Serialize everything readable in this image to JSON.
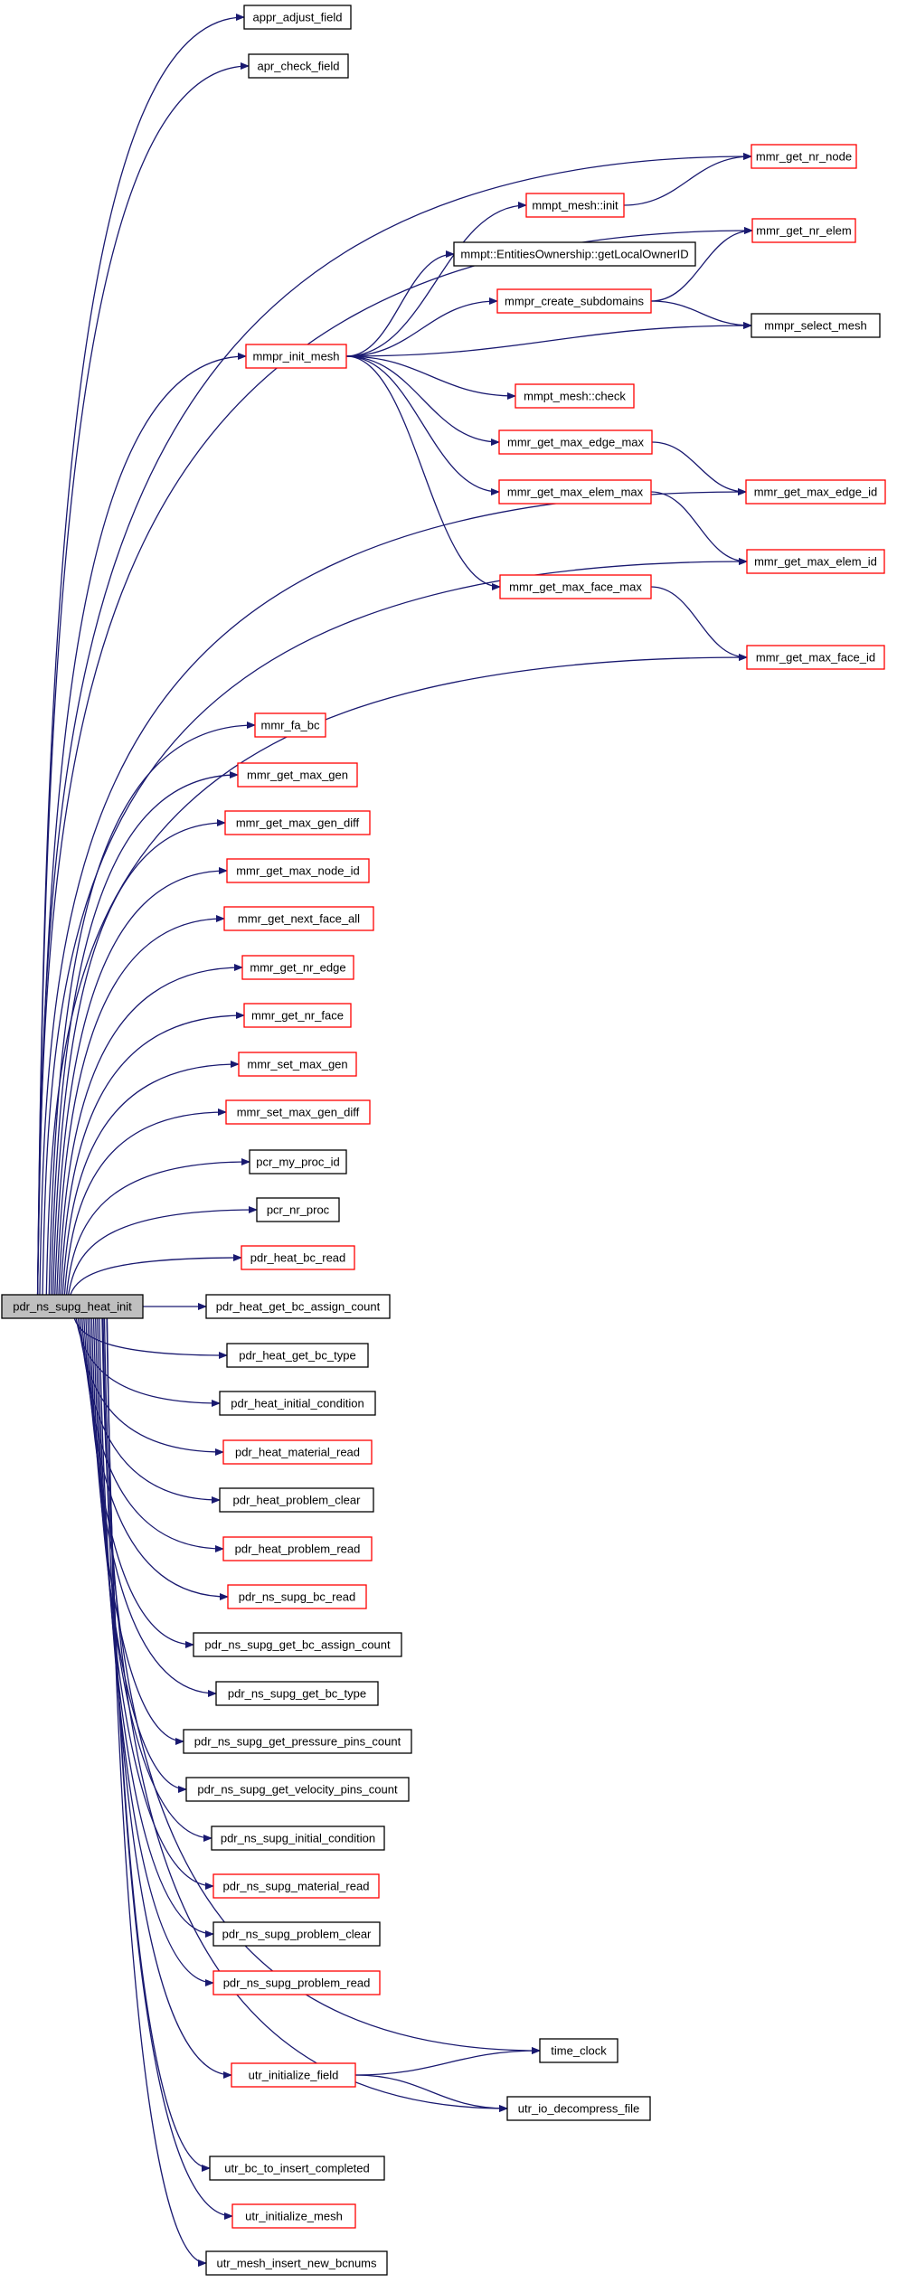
{
  "graph": {
    "root": "pdr_ns_supg_heat_init",
    "colors": {
      "edge": "#191970",
      "documented_border": "#000000",
      "undocumented_border": "#ff0000",
      "root_fill": "#bfbfbf",
      "node_fill": "#ffffff"
    },
    "nodes": {
      "root": {
        "label": "pdr_ns_supg_heat_init",
        "border": "black",
        "root": true
      },
      "appr_adjust_field": {
        "label": "appr_adjust_field",
        "border": "black"
      },
      "apr_check_field": {
        "label": "apr_check_field",
        "border": "black"
      },
      "mmr_get_nr_node": {
        "label": "mmr_get_nr_node",
        "border": "red"
      },
      "mmpt_mesh_init": {
        "label": "mmpt_mesh::init",
        "border": "red"
      },
      "mmr_get_nr_elem": {
        "label": "mmr_get_nr_elem",
        "border": "red"
      },
      "entities_ownership": {
        "label": "mmpt::EntitiesOwnership::getLocalOwnerID",
        "border": "black"
      },
      "mmpr_create_subdomains": {
        "label": "mmpr_create_subdomains",
        "border": "red"
      },
      "mmpr_select_mesh": {
        "label": "mmpr_select_mesh",
        "border": "black"
      },
      "mmpr_init_mesh": {
        "label": "mmpr_init_mesh",
        "border": "red"
      },
      "mmpt_mesh_check": {
        "label": "mmpt_mesh::check",
        "border": "red"
      },
      "mmr_get_max_edge_max": {
        "label": "mmr_get_max_edge_max",
        "border": "red"
      },
      "mmr_get_max_elem_max": {
        "label": "mmr_get_max_elem_max",
        "border": "red"
      },
      "mmr_get_max_edge_id": {
        "label": "mmr_get_max_edge_id",
        "border": "red"
      },
      "mmr_get_max_elem_id": {
        "label": "mmr_get_max_elem_id",
        "border": "red"
      },
      "mmr_get_max_face_max": {
        "label": "mmr_get_max_face_max",
        "border": "red"
      },
      "mmr_get_max_face_id": {
        "label": "mmr_get_max_face_id",
        "border": "red"
      },
      "mmr_fa_bc": {
        "label": "mmr_fa_bc",
        "border": "red"
      },
      "mmr_get_max_gen": {
        "label": "mmr_get_max_gen",
        "border": "red"
      },
      "mmr_get_max_gen_diff": {
        "label": "mmr_get_max_gen_diff",
        "border": "red"
      },
      "mmr_get_max_node_id": {
        "label": "mmr_get_max_node_id",
        "border": "red"
      },
      "mmr_get_next_face_all": {
        "label": "mmr_get_next_face_all",
        "border": "red"
      },
      "mmr_get_nr_edge": {
        "label": "mmr_get_nr_edge",
        "border": "red"
      },
      "mmr_get_nr_face": {
        "label": "mmr_get_nr_face",
        "border": "red"
      },
      "mmr_set_max_gen": {
        "label": "mmr_set_max_gen",
        "border": "red"
      },
      "mmr_set_max_gen_diff": {
        "label": "mmr_set_max_gen_diff",
        "border": "red"
      },
      "pcr_my_proc_id": {
        "label": "pcr_my_proc_id",
        "border": "black"
      },
      "pcr_nr_proc": {
        "label": "pcr_nr_proc",
        "border": "black"
      },
      "pdr_heat_bc_read": {
        "label": "pdr_heat_bc_read",
        "border": "red"
      },
      "pdr_heat_get_bc_assign_count": {
        "label": "pdr_heat_get_bc_assign_count",
        "border": "black"
      },
      "pdr_heat_get_bc_type": {
        "label": "pdr_heat_get_bc_type",
        "border": "black"
      },
      "pdr_heat_initial_condition": {
        "label": "pdr_heat_initial_condition",
        "border": "black"
      },
      "pdr_heat_material_read": {
        "label": "pdr_heat_material_read",
        "border": "red"
      },
      "pdr_heat_problem_clear": {
        "label": "pdr_heat_problem_clear",
        "border": "black"
      },
      "pdr_heat_problem_read": {
        "label": "pdr_heat_problem_read",
        "border": "red"
      },
      "pdr_ns_supg_bc_read": {
        "label": "pdr_ns_supg_bc_read",
        "border": "red"
      },
      "pdr_ns_supg_get_bc_assign_count": {
        "label": "pdr_ns_supg_get_bc_assign_count",
        "border": "black"
      },
      "pdr_ns_supg_get_bc_type": {
        "label": "pdr_ns_supg_get_bc_type",
        "border": "black"
      },
      "pdr_ns_supg_get_pressure_pins_count": {
        "label": "pdr_ns_supg_get_pressure_pins_count",
        "border": "black"
      },
      "pdr_ns_supg_get_velocity_pins_count": {
        "label": "pdr_ns_supg_get_velocity_pins_count",
        "border": "black"
      },
      "pdr_ns_supg_initial_condition": {
        "label": "pdr_ns_supg_initial_condition",
        "border": "black"
      },
      "pdr_ns_supg_material_read": {
        "label": "pdr_ns_supg_material_read",
        "border": "red"
      },
      "pdr_ns_supg_problem_clear": {
        "label": "pdr_ns_supg_problem_clear",
        "border": "black"
      },
      "pdr_ns_supg_problem_read": {
        "label": "pdr_ns_supg_problem_read",
        "border": "red"
      },
      "time_clock": {
        "label": "time_clock",
        "border": "black"
      },
      "utr_initialize_field": {
        "label": "utr_initialize_field",
        "border": "red"
      },
      "utr_io_decompress_file": {
        "label": "utr_io_decompress_file",
        "border": "black"
      },
      "utr_bc_to_insert_completed": {
        "label": "utr_bc_to_insert_completed",
        "border": "black"
      },
      "utr_initialize_mesh": {
        "label": "utr_initialize_mesh",
        "border": "red"
      },
      "utr_mesh_insert_new_bcnums": {
        "label": "utr_mesh_insert_new_bcnums",
        "border": "black"
      }
    },
    "edges": [
      [
        "root",
        "appr_adjust_field"
      ],
      [
        "root",
        "apr_check_field"
      ],
      [
        "root",
        "mmr_get_nr_node"
      ],
      [
        "root",
        "mmr_get_nr_elem"
      ],
      [
        "root",
        "mmpr_init_mesh"
      ],
      [
        "root",
        "mmr_get_max_edge_id"
      ],
      [
        "root",
        "mmr_get_max_elem_id"
      ],
      [
        "root",
        "mmr_get_max_face_id"
      ],
      [
        "root",
        "mmr_fa_bc"
      ],
      [
        "root",
        "mmr_get_max_gen"
      ],
      [
        "root",
        "mmr_get_max_gen_diff"
      ],
      [
        "root",
        "mmr_get_max_node_id"
      ],
      [
        "root",
        "mmr_get_next_face_all"
      ],
      [
        "root",
        "mmr_get_nr_edge"
      ],
      [
        "root",
        "mmr_get_nr_face"
      ],
      [
        "root",
        "mmr_set_max_gen"
      ],
      [
        "root",
        "mmr_set_max_gen_diff"
      ],
      [
        "root",
        "pcr_my_proc_id"
      ],
      [
        "root",
        "pcr_nr_proc"
      ],
      [
        "root",
        "pdr_heat_bc_read"
      ],
      [
        "root",
        "pdr_heat_get_bc_assign_count"
      ],
      [
        "root",
        "pdr_heat_get_bc_type"
      ],
      [
        "root",
        "pdr_heat_initial_condition"
      ],
      [
        "root",
        "pdr_heat_material_read"
      ],
      [
        "root",
        "pdr_heat_problem_clear"
      ],
      [
        "root",
        "pdr_heat_problem_read"
      ],
      [
        "root",
        "pdr_ns_supg_bc_read"
      ],
      [
        "root",
        "pdr_ns_supg_get_bc_assign_count"
      ],
      [
        "root",
        "pdr_ns_supg_get_bc_type"
      ],
      [
        "root",
        "pdr_ns_supg_get_pressure_pins_count"
      ],
      [
        "root",
        "pdr_ns_supg_get_velocity_pins_count"
      ],
      [
        "root",
        "pdr_ns_supg_initial_condition"
      ],
      [
        "root",
        "pdr_ns_supg_material_read"
      ],
      [
        "root",
        "pdr_ns_supg_problem_clear"
      ],
      [
        "root",
        "pdr_ns_supg_problem_read"
      ],
      [
        "root",
        "time_clock"
      ],
      [
        "root",
        "utr_initialize_field"
      ],
      [
        "root",
        "utr_io_decompress_file"
      ],
      [
        "root",
        "utr_bc_to_insert_completed"
      ],
      [
        "root",
        "utr_initialize_mesh"
      ],
      [
        "root",
        "utr_mesh_insert_new_bcnums"
      ],
      [
        "mmpt_mesh_init",
        "mmr_get_nr_node"
      ],
      [
        "mmpr_create_subdomains",
        "mmr_get_nr_elem"
      ],
      [
        "mmpr_create_subdomains",
        "mmpr_select_mesh"
      ],
      [
        "mmpr_init_mesh",
        "mmpt_mesh_init"
      ],
      [
        "mmpr_init_mesh",
        "entities_ownership"
      ],
      [
        "mmpr_init_mesh",
        "mmpr_create_subdomains"
      ],
      [
        "mmpr_init_mesh",
        "mmpr_select_mesh"
      ],
      [
        "mmpr_init_mesh",
        "mmpt_mesh_check"
      ],
      [
        "mmpr_init_mesh",
        "mmr_get_max_edge_max"
      ],
      [
        "mmpr_init_mesh",
        "mmr_get_max_elem_max"
      ],
      [
        "mmpr_init_mesh",
        "mmr_get_max_face_max"
      ],
      [
        "mmr_get_max_edge_max",
        "mmr_get_max_edge_id"
      ],
      [
        "mmr_get_max_elem_max",
        "mmr_get_max_elem_id"
      ],
      [
        "mmr_get_max_face_max",
        "mmr_get_max_face_id"
      ],
      [
        "utr_initialize_field",
        "time_clock"
      ],
      [
        "utr_initialize_field",
        "utr_io_decompress_file"
      ]
    ]
  }
}
